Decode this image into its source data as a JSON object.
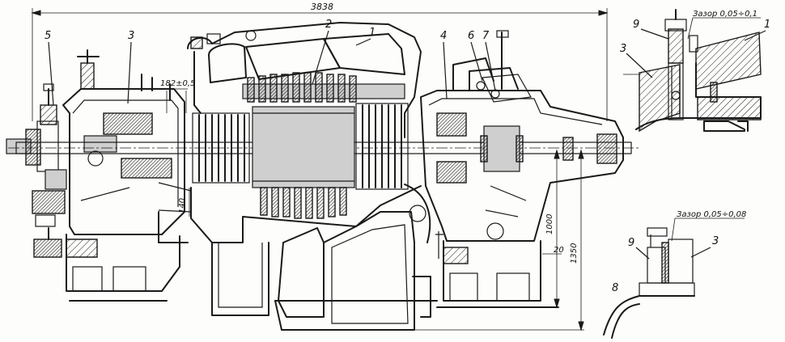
{
  "dimensions": {
    "overall_length": "3838",
    "gap_top": "182±0,5",
    "left_small": "140",
    "height_1000": "1000",
    "height_1350": "1350",
    "offset_20": "20"
  },
  "callouts": {
    "c1": "1",
    "c2": "2",
    "c3": "3",
    "c4": "4",
    "c5": "5",
    "c6": "6",
    "c7": "7"
  },
  "detail_top": {
    "gap_label": "Зазор 0,05÷0,1",
    "c9": "9",
    "c3": "3",
    "c1": "1"
  },
  "detail_bottom": {
    "gap_label": "Зазор 0,05÷0,08",
    "c9": "9",
    "c3": "3",
    "c8": "8"
  }
}
